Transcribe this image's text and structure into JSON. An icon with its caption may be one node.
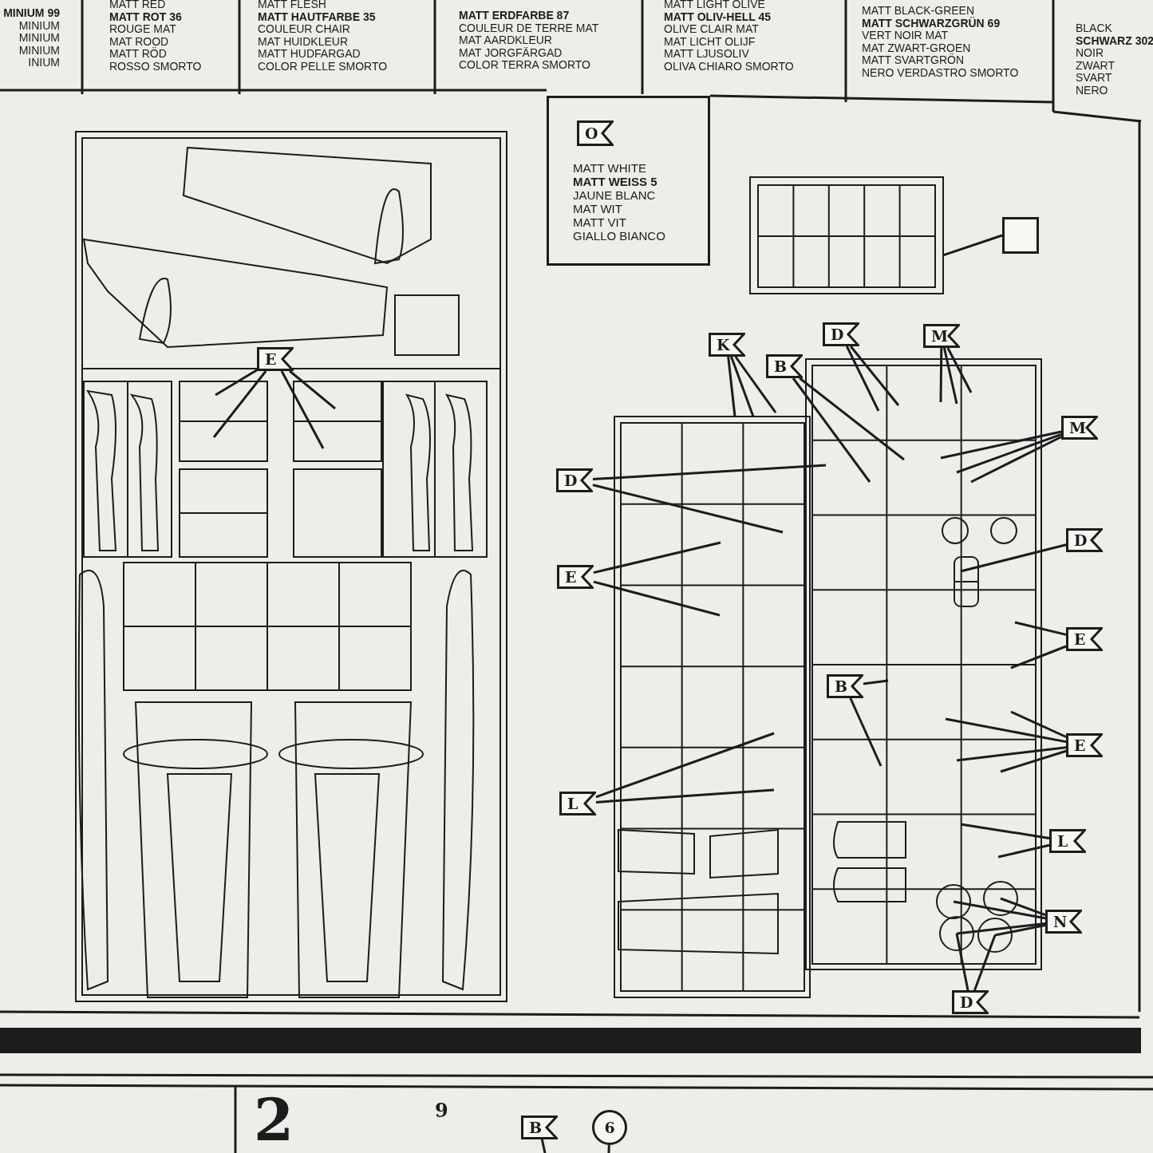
{
  "diagram": {
    "nodes": [
      {
        "text": [
          "MATT WHITE",
          "MATT WEISS 5",
          "JAUNE BLANC",
          "MAT  WIT",
          "MATT VIT",
          "GIALLO BIANCO"
        ]
      },
      {
        "text": [
          "O"
        ],
        "in": 0
      },
      {
        "text": [],
        "shape": "box"
      },
      {
        "text": [
          "E"
        ]
      },
      {
        "text": [
          "K"
        ]
      },
      {
        "text": [
          "B"
        ]
      },
      {
        "text": [
          "D"
        ]
      },
      {
        "text": [
          "M"
        ]
      },
      {
        "text": [
          "M"
        ]
      },
      {
        "text": [
          "D"
        ]
      },
      {
        "text": [
          "E"
        ]
      },
      {
        "text": [
          "D"
        ]
      },
      {
        "text": [
          "E"
        ]
      },
      {
        "text": [
          "B"
        ]
      },
      {
        "text": [
          "E"
        ]
      },
      {
        "text": [
          "L"
        ]
      },
      {
        "text": [
          "L"
        ]
      },
      {
        "text": [
          "N"
        ]
      },
      {
        "text": [
          "D"
        ]
      },
      {
        "text": [
          "B"
        ]
      },
      {
        "text": [
          "6"
        ]
      },
      {
        "text": [],
        "shape": "picture"
      }
    ],
    "edges": [
      {
        "from": 2,
        "to": 21,
        "arrow": "none"
      },
      {
        "from": 3,
        "to": null,
        "arrow": "none"
      },
      {
        "from": 3,
        "to": null,
        "arrow": "none"
      },
      {
        "from": 3,
        "to": null,
        "arrow": "none"
      },
      {
        "from": 3,
        "to": null,
        "arrow": "none"
      },
      {
        "from": 4,
        "to": null,
        "arrow": "none"
      },
      {
        "from": 4,
        "to": null,
        "arrow": "none"
      },
      {
        "from": 4,
        "to": null,
        "arrow": "none"
      },
      {
        "from": 5,
        "to": null,
        "arrow": "none"
      },
      {
        "from": 5,
        "to": null,
        "arrow": "none"
      },
      {
        "from": 6,
        "to": null,
        "arrow": "none"
      },
      {
        "from": 6,
        "to": null,
        "arrow": "none"
      },
      {
        "from": 7,
        "to": null,
        "arrow": "none"
      },
      {
        "from": 7,
        "to": null,
        "arrow": "none"
      },
      {
        "from": 7,
        "to": null,
        "arrow": "none"
      },
      {
        "from": 8,
        "to": null,
        "arrow": "none"
      },
      {
        "from": 8,
        "to": null,
        "arrow": "none"
      },
      {
        "from": 8,
        "to": null,
        "arrow": "none"
      },
      {
        "from": 9,
        "to": null,
        "arrow": "none"
      },
      {
        "from": 9,
        "to": null,
        "arrow": "none"
      },
      {
        "from": 10,
        "to": null,
        "arrow": "none"
      },
      {
        "from": 10,
        "to": null,
        "arrow": "none"
      },
      {
        "from": 11,
        "to": null,
        "arrow": "none"
      },
      {
        "from": 12,
        "to": null,
        "arrow": "none"
      },
      {
        "from": 12,
        "to": null,
        "arrow": "none"
      },
      {
        "from": 13,
        "to": null,
        "arrow": "none"
      },
      {
        "from": 13,
        "to": null,
        "arrow": "none"
      },
      {
        "from": 14,
        "to": null,
        "arrow": "none"
      },
      {
        "from": 14,
        "to": null,
        "arrow": "none"
      },
      {
        "from": 14,
        "to": null,
        "arrow": "none"
      },
      {
        "from": 14,
        "to": null,
        "arrow": "none"
      },
      {
        "from": 15,
        "to": null,
        "arrow": "none"
      },
      {
        "from": 15,
        "to": null,
        "arrow": "none"
      },
      {
        "from": 16,
        "to": null,
        "arrow": "none"
      },
      {
        "from": 16,
        "to": null,
        "arrow": "none"
      },
      {
        "from": 17,
        "to": null,
        "arrow": "none"
      },
      {
        "from": 17,
        "to": null,
        "arrow": "none"
      },
      {
        "from": 17,
        "to": null,
        "arrow": "none"
      },
      {
        "from": 17,
        "to": null,
        "arrow": "none"
      },
      {
        "from": 18,
        "to": null,
        "arrow": "none"
      },
      {
        "from": 18,
        "to": null,
        "arrow": "none"
      },
      {
        "from": 19,
        "to": null,
        "arrow": "none"
      },
      {
        "from": 20,
        "to": null,
        "arrow": "none"
      }
    ],
    "labels": [
      "MINIUM 99",
      "MINIUM",
      "MINIUM",
      "MINIUM",
      "INIUM",
      "MATT RED",
      "MATT ROT 36",
      "ROUGE MAT",
      "MAT ROOD",
      "MATT RÖD",
      "ROSSO SMORTO",
      "MATT FLESH",
      "MATT HAUTFARBE 35",
      "COULEUR CHAIR",
      "MAT HUIDKLEUR",
      "MATT HUDFARGAD",
      "COLOR PELLE SMORTO",
      "MATT ERDFARBE 87",
      "COULEUR DE TERRE MAT",
      "MAT AARDKLEUR",
      "MAT JORGFÄRGAD",
      "COLOR TERRA SMORTO",
      "MATT LIGHT OLIVE",
      "MATT OLIV-HELL 45",
      "OLIVE CLAIR MAT",
      "MAT LICHT OLIJF",
      "MATT LJUSOLIV",
      "OLIVA CHIARO SMORTO",
      "MATT BLACK-GREEN",
      "MATT SCHWARZGRÜN 69",
      "VERT NOIR MAT",
      "MAT ZWART-GROEN",
      "MATT SVARTGRÖN",
      "NERO VERDASTRO SMORTO",
      "BLACK",
      "SCHWARZ 302",
      "NOIR",
      "ZWART",
      "SVART",
      "NERO",
      "2",
      "9"
    ]
  }
}
